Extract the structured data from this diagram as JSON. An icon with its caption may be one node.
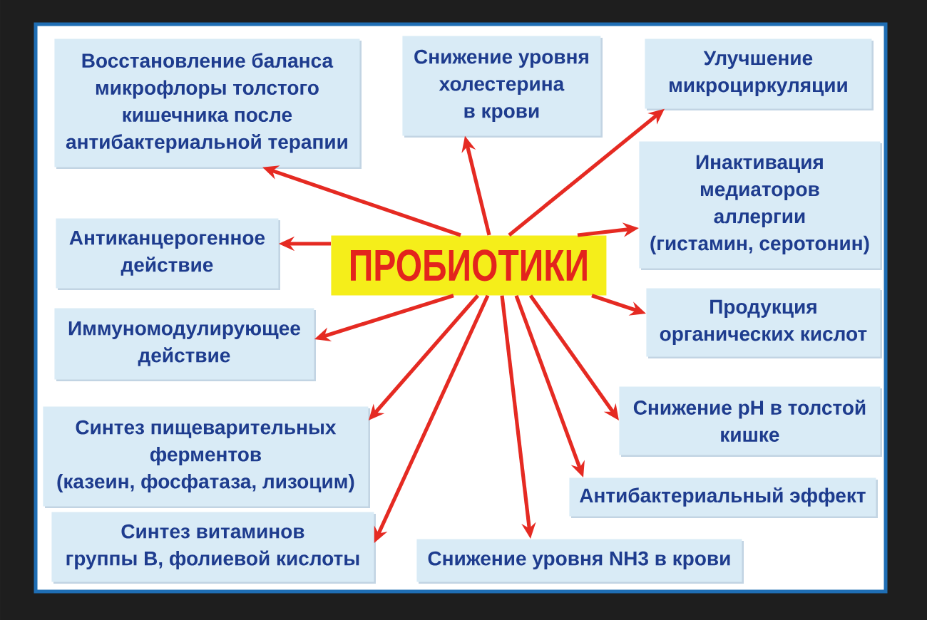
{
  "diagram": {
    "nodes": [
      {
        "text": [
          "Восстановление баланса микрофлоры толстого кишечника после антибактериальной терапии"
        ]
      },
      {
        "text": [
          "Снижение уровня холестерина в крови"
        ]
      },
      {
        "text": [
          "Улучшение микроциркуляции"
        ]
      },
      {
        "text": [
          "Инактивация медиаторов аллергии (гистамин, серотонин)"
        ]
      },
      {
        "text": [
          "Антиканцерогенное действие"
        ]
      },
      {
        "text": [
          "ПРОБИОТИКИ"
        ]
      },
      {
        "text": [
          "Продукция органических кислот"
        ]
      },
      {
        "text": [
          "Иммуномодулирующее действие"
        ]
      },
      {
        "text": [
          "Снижение pH в толстой кишке"
        ]
      },
      {
        "text": [
          "Синтез пищеварительных ферментов (казеин, фосфатаза, лизоцим)"
        ]
      },
      {
        "text": [
          "Антибактериальный эффект"
        ]
      },
      {
        "text": [
          "Синтез витаминов группы В, фолиевой кислоты"
        ]
      },
      {
        "text": [
          "Снижение уровня NH3 в крови"
        ]
      }
    ],
    "edges": [
      {
        "from": 5,
        "to": 0,
        "arrow": "to"
      },
      {
        "from": 5,
        "to": 1,
        "arrow": "to"
      },
      {
        "from": 5,
        "to": 2,
        "arrow": "to"
      },
      {
        "from": 5,
        "to": 3,
        "arrow": "to"
      },
      {
        "from": 5,
        "to": 4,
        "arrow": "to"
      },
      {
        "from": 5,
        "to": 6,
        "arrow": "to"
      },
      {
        "from": 5,
        "to": 7,
        "arrow": "to"
      },
      {
        "from": 5,
        "to": 8,
        "arrow": "to"
      },
      {
        "from": 5,
        "to": 9,
        "arrow": "to"
      },
      {
        "from": 5,
        "to": 10,
        "arrow": "to"
      },
      {
        "from": 5,
        "to": 11,
        "arrow": "to"
      },
      {
        "from": 5,
        "to": 12,
        "arrow": "to"
      }
    ]
  }
}
